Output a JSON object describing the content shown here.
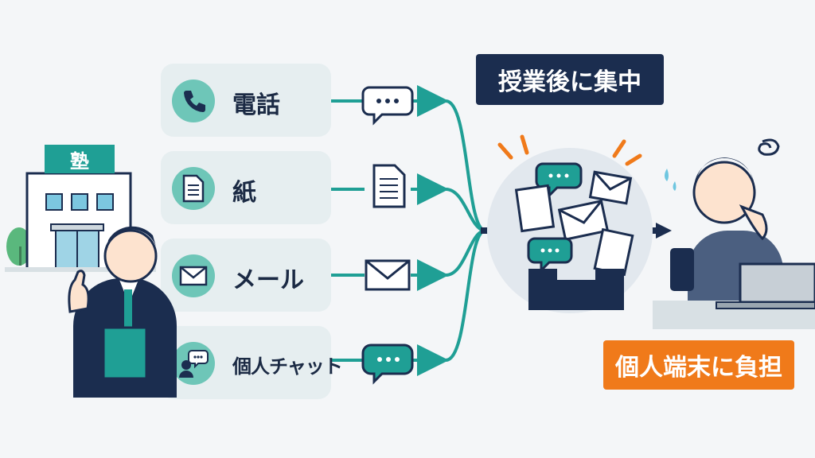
{
  "building": {
    "sign": "塾",
    "icon": "cram-school-building-icon"
  },
  "teacher": {
    "icon": "teacher-pointing-icon"
  },
  "channels": [
    {
      "label": "電話",
      "icon": "phone-icon",
      "message_icon": "speech-bubble-icon"
    },
    {
      "label": "紙",
      "icon": "document-icon",
      "message_icon": "document-icon"
    },
    {
      "label": "メール",
      "icon": "envelope-icon",
      "message_icon": "envelope-icon"
    },
    {
      "label": "個人チャット",
      "icon": "chat-user-icon",
      "message_icon": "chat-bubble-icon"
    }
  ],
  "tags": {
    "concentration": "授業後に集中",
    "burden": "個人端末に負担"
  },
  "inbox": {
    "icon": "overflowing-inbox-icon"
  },
  "stressed_person": {
    "icon": "stressed-person-icon"
  },
  "colors": {
    "navy": "#1b2d4f",
    "teal": "#1f9f95",
    "orange": "#f07a1a",
    "card": "#e6eef0"
  }
}
